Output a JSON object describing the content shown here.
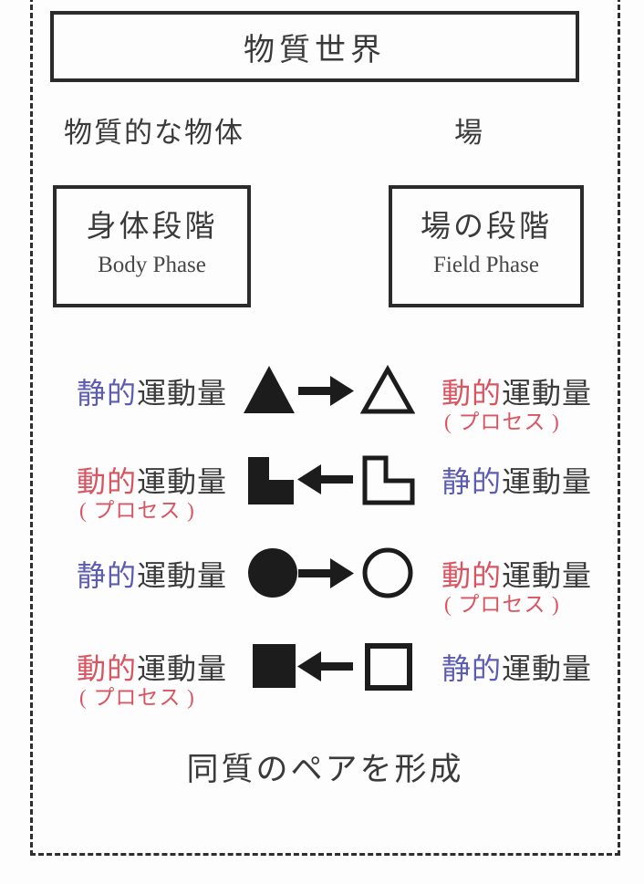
{
  "colors": {
    "static_blue": "#5c5cb4",
    "dynamic_red": "#d95460",
    "ink": "#2e2e2e"
  },
  "top_box": {
    "label": "物質世界"
  },
  "column_labels": {
    "material_object": "物質的な物体",
    "field": "場"
  },
  "phases": {
    "body": {
      "title": "身体段階",
      "subtitle": "Body Phase"
    },
    "field": {
      "title": "場の段階",
      "subtitle": "Field Phase"
    }
  },
  "rows": [
    {
      "shape": "triangle",
      "arrow": "right",
      "left": {
        "emph": "静的",
        "rest": "運動量",
        "process": ""
      },
      "right": {
        "emph": "動的",
        "rest": "運動量",
        "process": "( プロセス )"
      }
    },
    {
      "shape": "l-shape",
      "arrow": "left",
      "left": {
        "emph": "動的",
        "rest": "運動量",
        "process": "( プロセス )"
      },
      "right": {
        "emph": "静的",
        "rest": "運動量",
        "process": ""
      }
    },
    {
      "shape": "circle",
      "arrow": "right",
      "left": {
        "emph": "静的",
        "rest": "運動量",
        "process": ""
      },
      "right": {
        "emph": "動的",
        "rest": "運動量",
        "process": "( プロセス )"
      }
    },
    {
      "shape": "square",
      "arrow": "left",
      "left": {
        "emph": "動的",
        "rest": "運動量",
        "process": "( プロセス )"
      },
      "right": {
        "emph": "静的",
        "rest": "運動量",
        "process": ""
      }
    }
  ],
  "caption": "同質のペアを形成"
}
